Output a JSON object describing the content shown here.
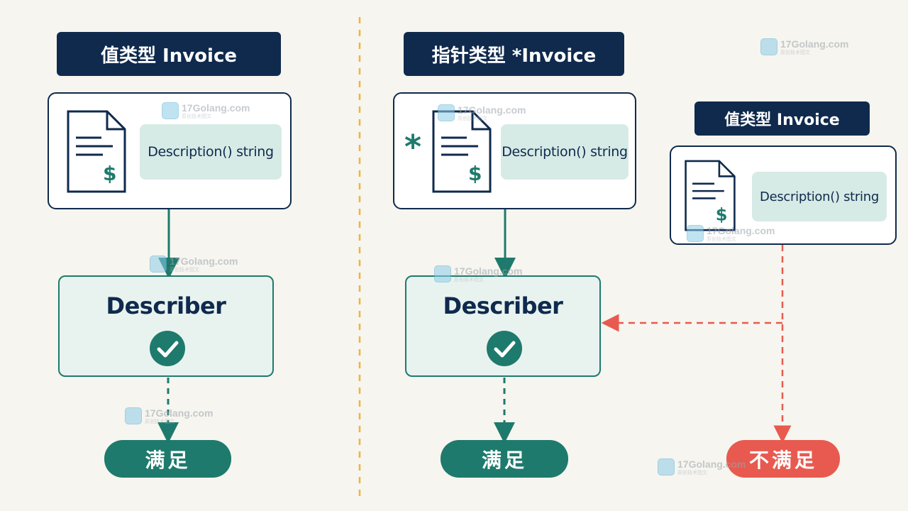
{
  "colors": {
    "navy": "#0f2a4d",
    "teal": "#1e7a6c",
    "teal_light": "#d7ebe6",
    "red": "#e85a4f",
    "divider": "#f0b43c",
    "background": "#f6f5ef"
  },
  "left_panel": {
    "title": "值类型 Invoice",
    "method": "Description() string",
    "interface": "Describer",
    "result": "满足",
    "document_icon": "invoice-document-icon",
    "check_icon": "check-circle-icon"
  },
  "middle_panel": {
    "title": "指针类型 *Invoice",
    "pointer_mark": "*",
    "method": "Description() string",
    "interface": "Describer",
    "result": "满足",
    "document_icon": "invoice-document-icon",
    "check_icon": "check-circle-icon"
  },
  "right_panel": {
    "title": "值类型 Invoice",
    "method": "Description() string",
    "result": "不满足",
    "document_icon": "invoice-document-icon"
  },
  "watermark": {
    "main": "17Golang.com",
    "sub": "原创技术图文"
  }
}
